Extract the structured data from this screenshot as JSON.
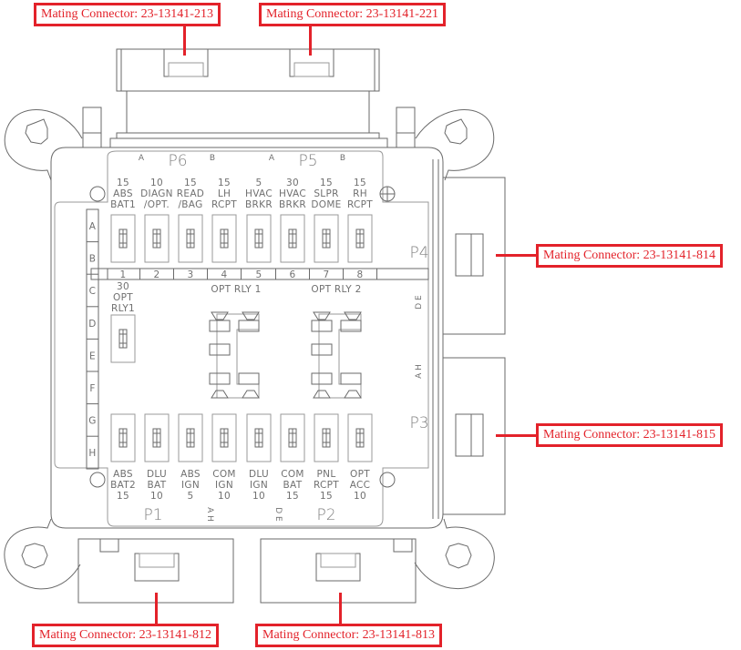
{
  "callouts": {
    "p6": "Mating Connector: 23-13141-213",
    "p5": "Mating Connector: 23-13141-221",
    "p4": "Mating Connector: 23-13141-814",
    "p3": "Mating Connector: 23-13141-815",
    "p1": "Mating Connector: 23-13141-812",
    "p2": "Mating Connector: 23-13141-813"
  },
  "connectors": {
    "p6": {
      "label": "P6",
      "pin_a": "A",
      "pin_b": "B"
    },
    "p5": {
      "label": "P5",
      "pin_a": "A",
      "pin_b": "B"
    },
    "p4": {
      "label": "P4",
      "pins": "D E"
    },
    "p3": {
      "label": "P3",
      "pins": "A H"
    },
    "p1": {
      "label": "P1",
      "pins": "A H"
    },
    "p2": {
      "label": "P2",
      "pins": "D E"
    }
  },
  "row_labels": [
    "A",
    "B",
    "C",
    "D",
    "E",
    "F",
    "G",
    "H"
  ],
  "top_fuses": [
    {
      "amp": "15",
      "line1": "ABS",
      "line2": "BAT1"
    },
    {
      "amp": "10",
      "line1": "DIAGN",
      "line2": "/OPT."
    },
    {
      "amp": "15",
      "line1": "READ",
      "line2": "/BAG"
    },
    {
      "amp": "15",
      "line1": "LH",
      "line2": "RCPT"
    },
    {
      "amp": "5",
      "line1": "HVAC",
      "line2": "BRKR"
    },
    {
      "amp": "30",
      "line1": "HVAC",
      "line2": "BRKR"
    },
    {
      "amp": "15",
      "line1": "SLPR",
      "line2": "DOME"
    },
    {
      "amp": "15",
      "line1": "RH",
      "line2": "RCPT"
    }
  ],
  "position_numbers": [
    "1",
    "2",
    "3",
    "4",
    "5",
    "6",
    "7",
    "8"
  ],
  "relays": {
    "relay1_label": "OPT RLY 1",
    "relay2_label": "OPT RLY 2",
    "opt_fuse": {
      "amp": "30",
      "line1": "OPT",
      "line2": "RLY1"
    }
  },
  "bottom_fuses": [
    {
      "line1": "ABS",
      "line2": "BAT2",
      "amp": "15"
    },
    {
      "line1": "DLU",
      "line2": "BAT",
      "amp": "10"
    },
    {
      "line1": "ABS",
      "line2": "IGN",
      "amp": "5"
    },
    {
      "line1": "COM",
      "line2": "IGN",
      "amp": "10"
    },
    {
      "line1": "DLU",
      "line2": "IGN",
      "amp": "10"
    },
    {
      "line1": "COM",
      "line2": "BAT",
      "amp": "15"
    },
    {
      "line1": "PNL",
      "line2": "RCPT",
      "amp": "15"
    },
    {
      "line1": "OPT",
      "line2": "ACC",
      "amp": "10"
    }
  ]
}
